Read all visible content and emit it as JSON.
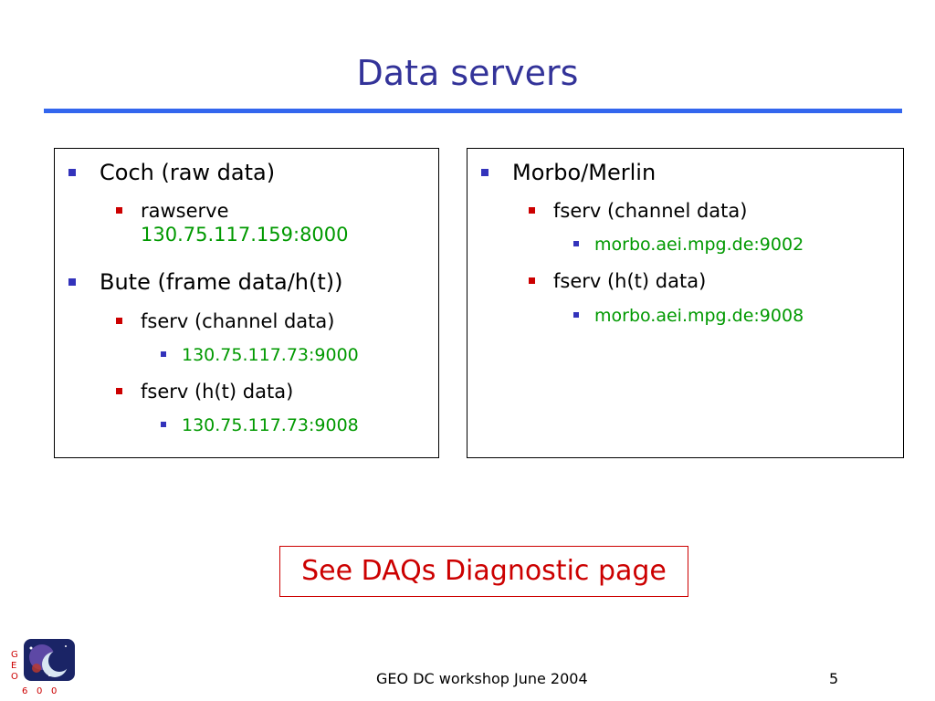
{
  "slide": {
    "title": "Data servers"
  },
  "left_box": {
    "items": [
      {
        "level": 1,
        "text": "Coch (raw data)"
      },
      {
        "level": 2,
        "text": "rawserve",
        "address": "130.75.117.159:8000"
      },
      {
        "level": 1,
        "text": "Bute (frame data/h(t))"
      },
      {
        "level": 2,
        "text": "fserv (channel data)"
      },
      {
        "level": 3,
        "text": "130.75.117.73:9000"
      },
      {
        "level": 2,
        "text": "fserv (h(t) data)"
      },
      {
        "level": 3,
        "text": "130.75.117.73:9008"
      }
    ]
  },
  "right_box": {
    "items": [
      {
        "level": 1,
        "text": "Morbo/Merlin"
      },
      {
        "level": 2,
        "text": "fserv (channel data)"
      },
      {
        "level": 3,
        "text": "morbo.aei.mpg.de:9002"
      },
      {
        "level": 2,
        "text": "fserv (h(t) data)"
      },
      {
        "level": 3,
        "text": "morbo.aei.mpg.de:9008"
      }
    ]
  },
  "callout": {
    "text": "See DAQs Diagnostic page"
  },
  "logo": {
    "icon": "geo600-logo-icon",
    "letters": [
      "G",
      "E",
      "O",
      "6",
      "0",
      "0"
    ]
  },
  "footer": {
    "text": "GEO DC workshop June 2004",
    "page_number": "5"
  },
  "colors": {
    "title": "#333399",
    "rule": "#3366ee",
    "bullet_blue": "#3333bb",
    "bullet_red": "#cc0000",
    "address_green": "#009900",
    "callout_red": "#cc0000"
  }
}
